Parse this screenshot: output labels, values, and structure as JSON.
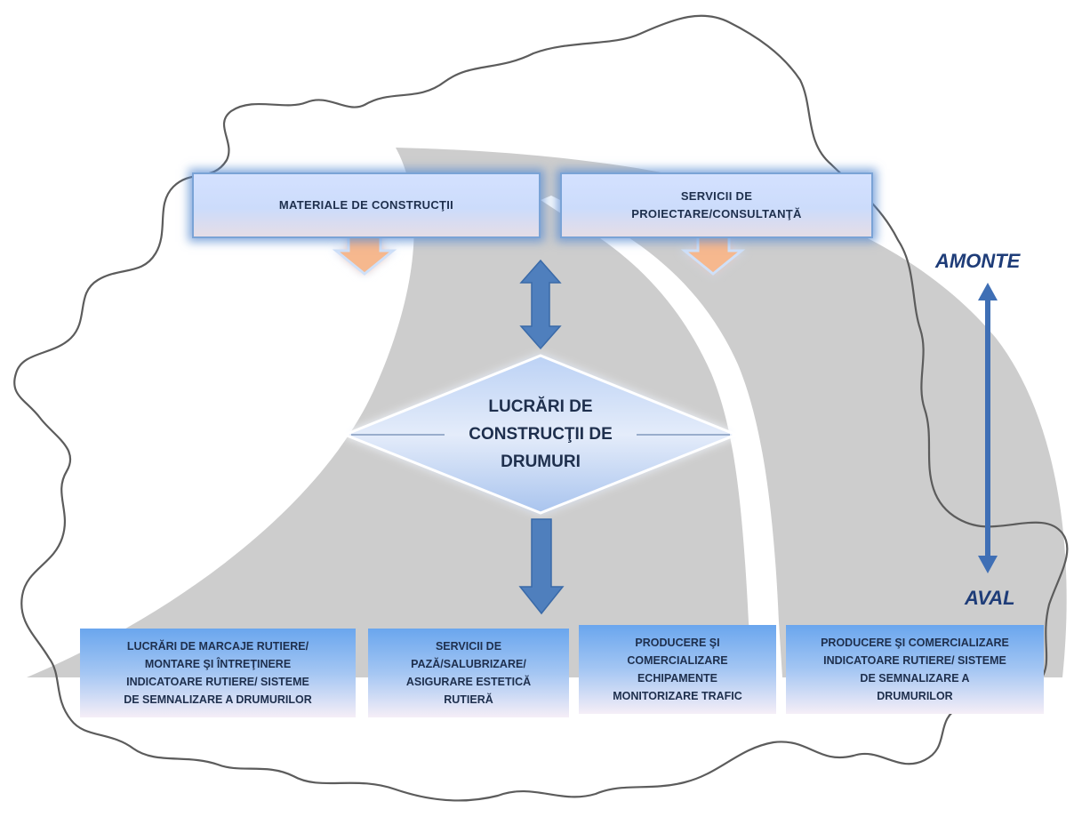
{
  "nodes": {
    "materials": "MATERIALE DE CONSTRUCŢII",
    "design_line1": "SERVICII DE",
    "design_line2": "PROIECTARE/CONSULTANŢĂ",
    "center_line1": "LUCRĂRI DE",
    "center_line2": "CONSTRUCŢII DE",
    "center_line3": "DRUMURI"
  },
  "downstream": [
    {
      "lines": [
        "LUCRĂRI DE MARCAJE RUTIERE/",
        "MONTARE ŞI ÎNTREŢINERE",
        "INDICATOARE RUTIERE/ SISTEME",
        "DE SEMNALIZARE A DRUMURILOR"
      ]
    },
    {
      "lines": [
        "SERVICII DE",
        "PAZĂ/SALUBRIZARE/",
        "ASIGURARE ESTETICĂ",
        "RUTIERĂ"
      ]
    },
    {
      "lines": [
        "PRODUCERE ŞI",
        "COMERCIALIZARE",
        "ECHIPAMENTE",
        "MONITORIZARE TRAFIC"
      ]
    },
    {
      "lines": [
        "PRODUCERE ŞI COMERCIALIZARE",
        "INDICATOARE RUTIERE/ SISTEME",
        "DE SEMNALIZARE A",
        "DRUMURILOR"
      ]
    }
  ],
  "axis": {
    "top": "AMONTE",
    "bottom": "AVAL"
  },
  "colors": {
    "arrow_blue": "#4f7fbd",
    "arrow_orange": "#f6b88e",
    "map_outline": "#5a5a5a",
    "road_gray": "#cfcfcf"
  }
}
